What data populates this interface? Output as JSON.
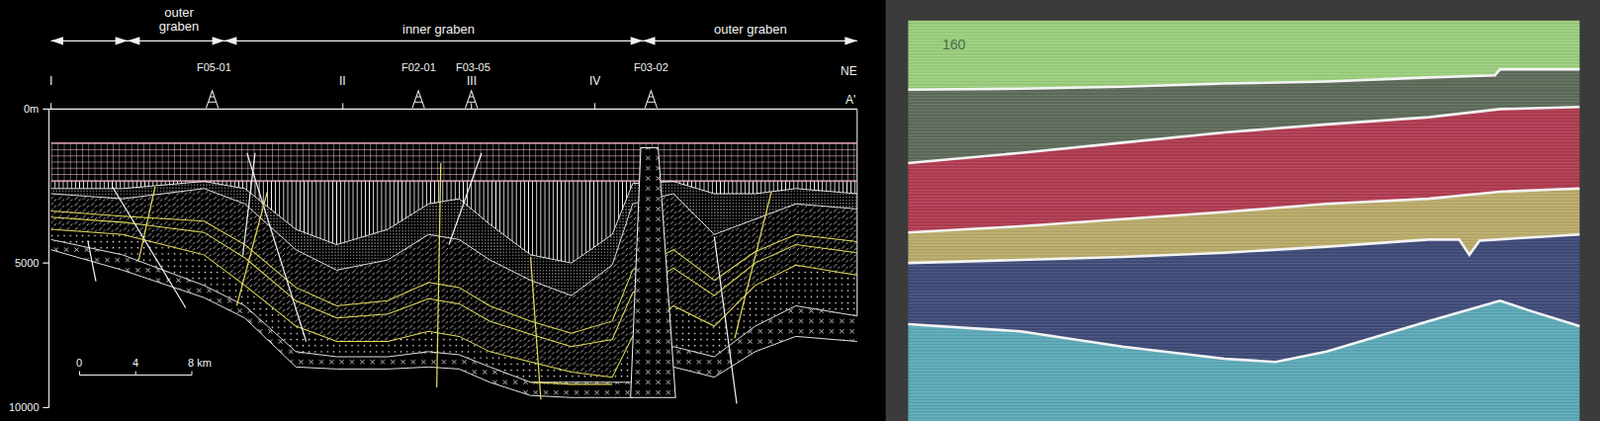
{
  "diagram": {
    "labels": [
      "outer graben",
      "inner graben",
      "outer graben",
      "I",
      "F05-01",
      "II",
      "F02-01",
      "III",
      "F03-05",
      "IV",
      "F03-02",
      "NE",
      "A'",
      "0m",
      "5000",
      "10000",
      "0",
      "4",
      "8 km",
      "160"
    ]
  }
}
